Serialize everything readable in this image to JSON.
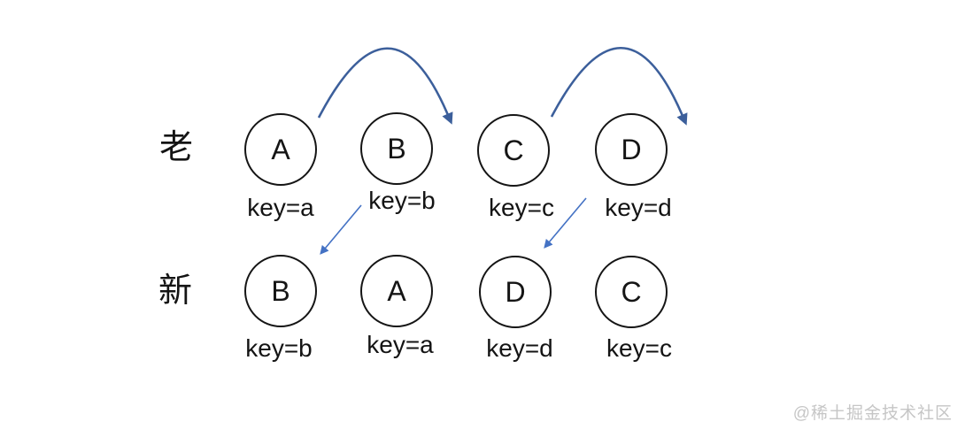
{
  "diagram": {
    "title_semantic": "vdom-key-diff",
    "old_row": {
      "label": "老",
      "nodes": [
        {
          "letter": "A",
          "key": "key=a"
        },
        {
          "letter": "B",
          "key": "key=b"
        },
        {
          "letter": "C",
          "key": "key=c"
        },
        {
          "letter": "D",
          "key": "key=d"
        }
      ]
    },
    "new_row": {
      "label": "新",
      "nodes": [
        {
          "letter": "B",
          "key": "key=b"
        },
        {
          "letter": "A",
          "key": "key=a"
        },
        {
          "letter": "D",
          "key": "key=d"
        },
        {
          "letter": "C",
          "key": "key=c"
        }
      ]
    },
    "arrows": {
      "arc_moves": [
        {
          "from": "old-A",
          "to": "between-old-B-and-C"
        },
        {
          "from": "old-C",
          "to": "right-of-old-D"
        }
      ],
      "reuse_moves": [
        {
          "from": "old-key-b",
          "to": "new-node-B"
        },
        {
          "from": "old-key-d",
          "to": "new-node-D"
        }
      ]
    },
    "colors": {
      "arc_arrow": "#3c5f9b",
      "thin_arrow": "#4472c4",
      "circle_stroke": "#151515",
      "text": "#141414",
      "watermark": "#c6c6c6",
      "background": "#ffffff"
    },
    "watermark": "@稀土掘金技术社区"
  }
}
